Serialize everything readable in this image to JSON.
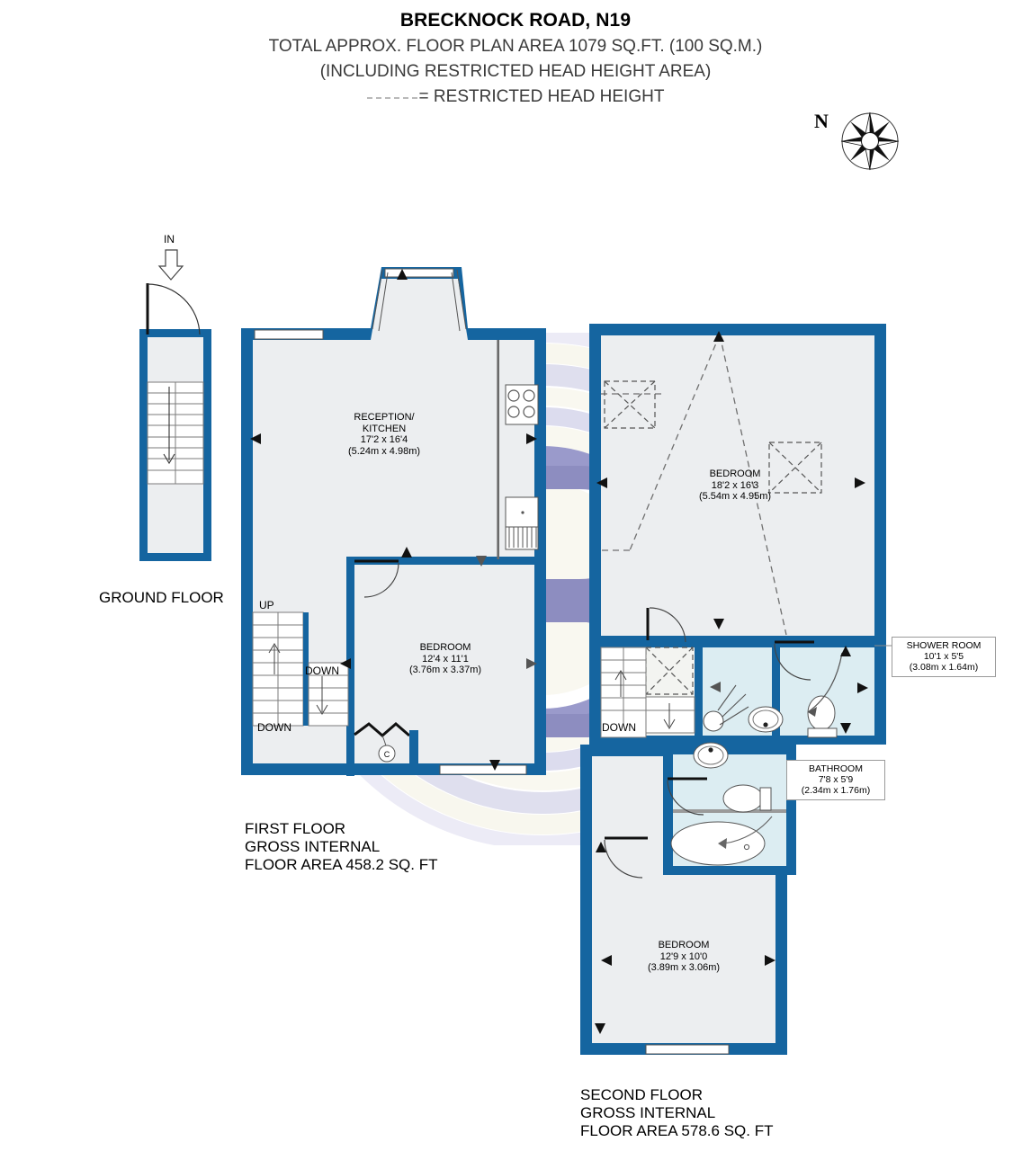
{
  "header": {
    "title": "BRECKNOCK ROAD, N19",
    "line2": "TOTAL APPROX. FLOOR PLAN AREA 1079 SQ.FT. (100 SQ.M.)",
    "line3": "(INCLUDING RESTRICTED HEAD HEIGHT AREA)",
    "legend_text": "= RESTRICTED HEAD HEIGHT"
  },
  "compass": {
    "north_label": "N",
    "icon": "compass-rose-icon"
  },
  "colors": {
    "wall": "#1565a0",
    "wall_dark": "#10537f",
    "room_fill": "#eceef0",
    "wet_fill": "#dceef1",
    "watermark": "#8d8dc0",
    "watermark_pale": "#e6e6f2",
    "watermark_cream": "#f7f6ec",
    "label_box_border": "#9a9a9a",
    "dash": "#7a7a7a"
  },
  "ground_floor": {
    "name": "GROUND FLOOR",
    "entry_label": "IN",
    "stair_direction": "down"
  },
  "first_floor": {
    "caption": [
      "FIRST FLOOR",
      "GROSS INTERNAL",
      "FLOOR AREA 458.2 SQ. FT"
    ],
    "rooms": [
      {
        "name": "RECEPTION/",
        "name2": "KITCHEN",
        "imperial": "17'2 x 16'4",
        "metric": "(5.24m x 4.98m)"
      },
      {
        "name": "BEDROOM",
        "imperial": "12'4 x 11'1",
        "metric": "(3.76m x 3.37m)"
      }
    ],
    "stairs": {
      "up": "UP",
      "down_left": "DOWN",
      "down_right": "DOWN"
    },
    "cupboard_marker": "C"
  },
  "second_floor": {
    "caption": [
      "SECOND FLOOR",
      "GROSS INTERNAL",
      "FLOOR AREA 578.6 SQ. FT"
    ],
    "rooms": [
      {
        "name": "BEDROOM",
        "imperial": "18'2 x 16'3",
        "metric": "(5.54m x 4.95m)"
      },
      {
        "name": "BEDROOM",
        "imperial": "12'9 x 10'0",
        "metric": "(3.89m x 3.06m)"
      }
    ],
    "callouts": [
      {
        "name": "SHOWER ROOM",
        "imperial": "10'1 x 5'5",
        "metric": "(3.08m x 1.64m)"
      },
      {
        "name": "BATHROOM",
        "imperial": "7'8 x 5'9",
        "metric": "(2.34m x 1.76m)"
      }
    ],
    "stairs": {
      "down": "DOWN"
    }
  }
}
